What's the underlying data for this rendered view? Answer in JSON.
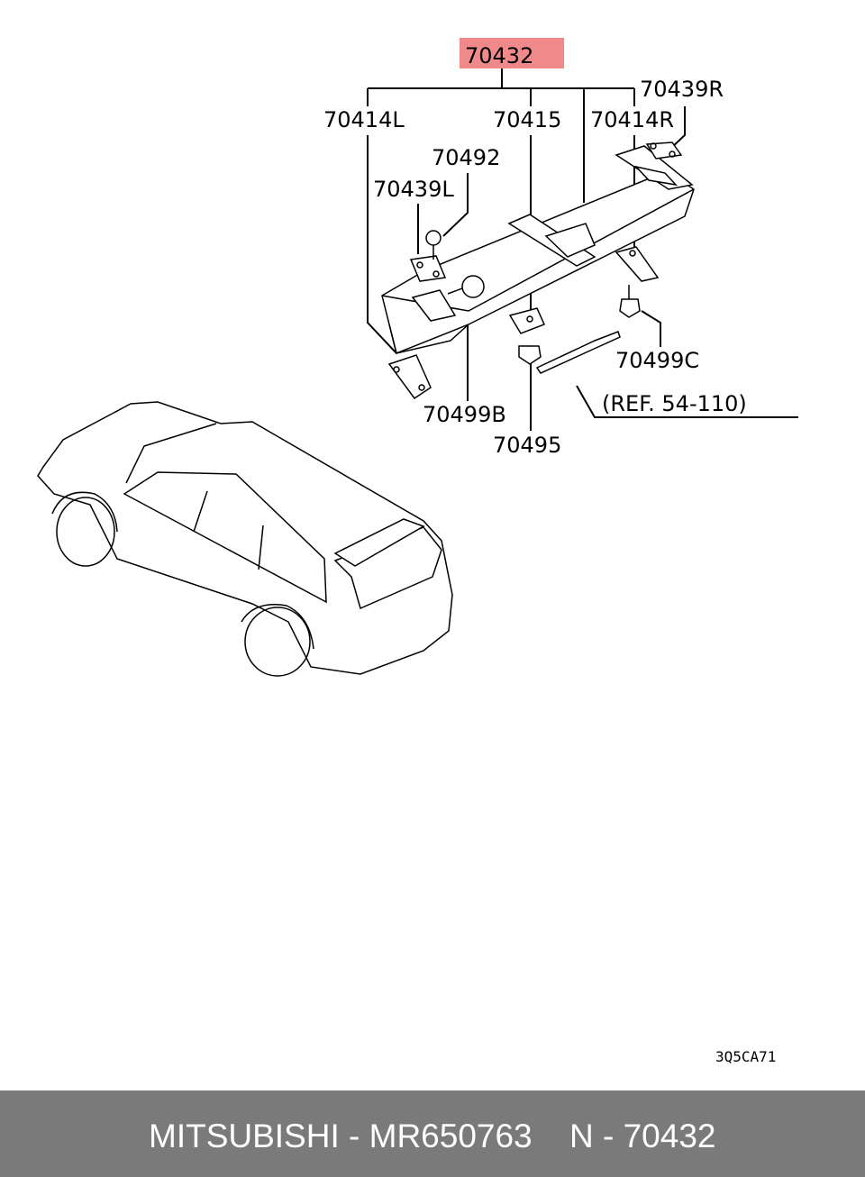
{
  "highlight_color": "#f08a8a",
  "callouts": {
    "main": "70432",
    "l1": "70414L",
    "l2": "70415",
    "l3": "70414R",
    "l4": "70439R",
    "l5": "70492",
    "l6": "70439L",
    "l7": "70499C",
    "l8": "(REF. 54-110)",
    "l9": "70499B",
    "l10": "70495"
  },
  "diagram_code": "3Q5CA71",
  "footer": {
    "left": "MITSUBISHI - MR650763",
    "right": "N - 70432"
  }
}
